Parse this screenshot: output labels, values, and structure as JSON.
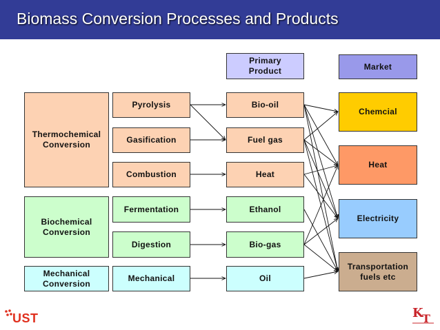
{
  "title": "Biomass Conversion Processes and Products",
  "headers": {
    "primary_product": [
      "Primary",
      "Product"
    ],
    "market": "Market"
  },
  "conversions": {
    "thermochemical": [
      "Thermochemical",
      "Conversion"
    ],
    "biochemical": [
      "Biochemical",
      "Conversion"
    ],
    "mechanical": [
      "Mechanical",
      "Conversion"
    ]
  },
  "processes": [
    "Pyrolysis",
    "Gasification",
    "Combustion",
    "Fermentation",
    "Digestion",
    "Mechanical"
  ],
  "products": [
    "Bio-oil",
    "Fuel gas",
    "Heat",
    "Ethanol",
    "Bio-gas",
    "Oil"
  ],
  "markets": [
    "Chemcial",
    "Heat",
    "Electricity",
    [
      "Transportation",
      "fuels etc"
    ]
  ],
  "links": {
    "process_to_product": [
      [
        0,
        0
      ],
      [
        0,
        1
      ],
      [
        1,
        1
      ],
      [
        2,
        2
      ],
      [
        3,
        3
      ],
      [
        4,
        4
      ],
      [
        5,
        5
      ]
    ],
    "product_to_market": [
      [
        0,
        0
      ],
      [
        0,
        1
      ],
      [
        0,
        2
      ],
      [
        0,
        3
      ],
      [
        1,
        0
      ],
      [
        1,
        1
      ],
      [
        1,
        2
      ],
      [
        1,
        3
      ],
      [
        2,
        1
      ],
      [
        2,
        2
      ],
      [
        3,
        3
      ],
      [
        4,
        1
      ],
      [
        4,
        2
      ],
      [
        4,
        3
      ],
      [
        5,
        3
      ]
    ]
  },
  "logos": {
    "ust": "UST",
    "kist": "KIST"
  },
  "colors": {
    "title_bar": "#323c96",
    "thermochemical": "#fdd2b3",
    "biochemical": "#ccfecc",
    "mechanical": "#ccfffe",
    "primary_product_header": "#ccccff",
    "market_header": "#9999ea",
    "chemical": "#ffcc00",
    "heat": "#fe9966",
    "electricity": "#98ccfe",
    "transportation": "#cbad8f"
  }
}
